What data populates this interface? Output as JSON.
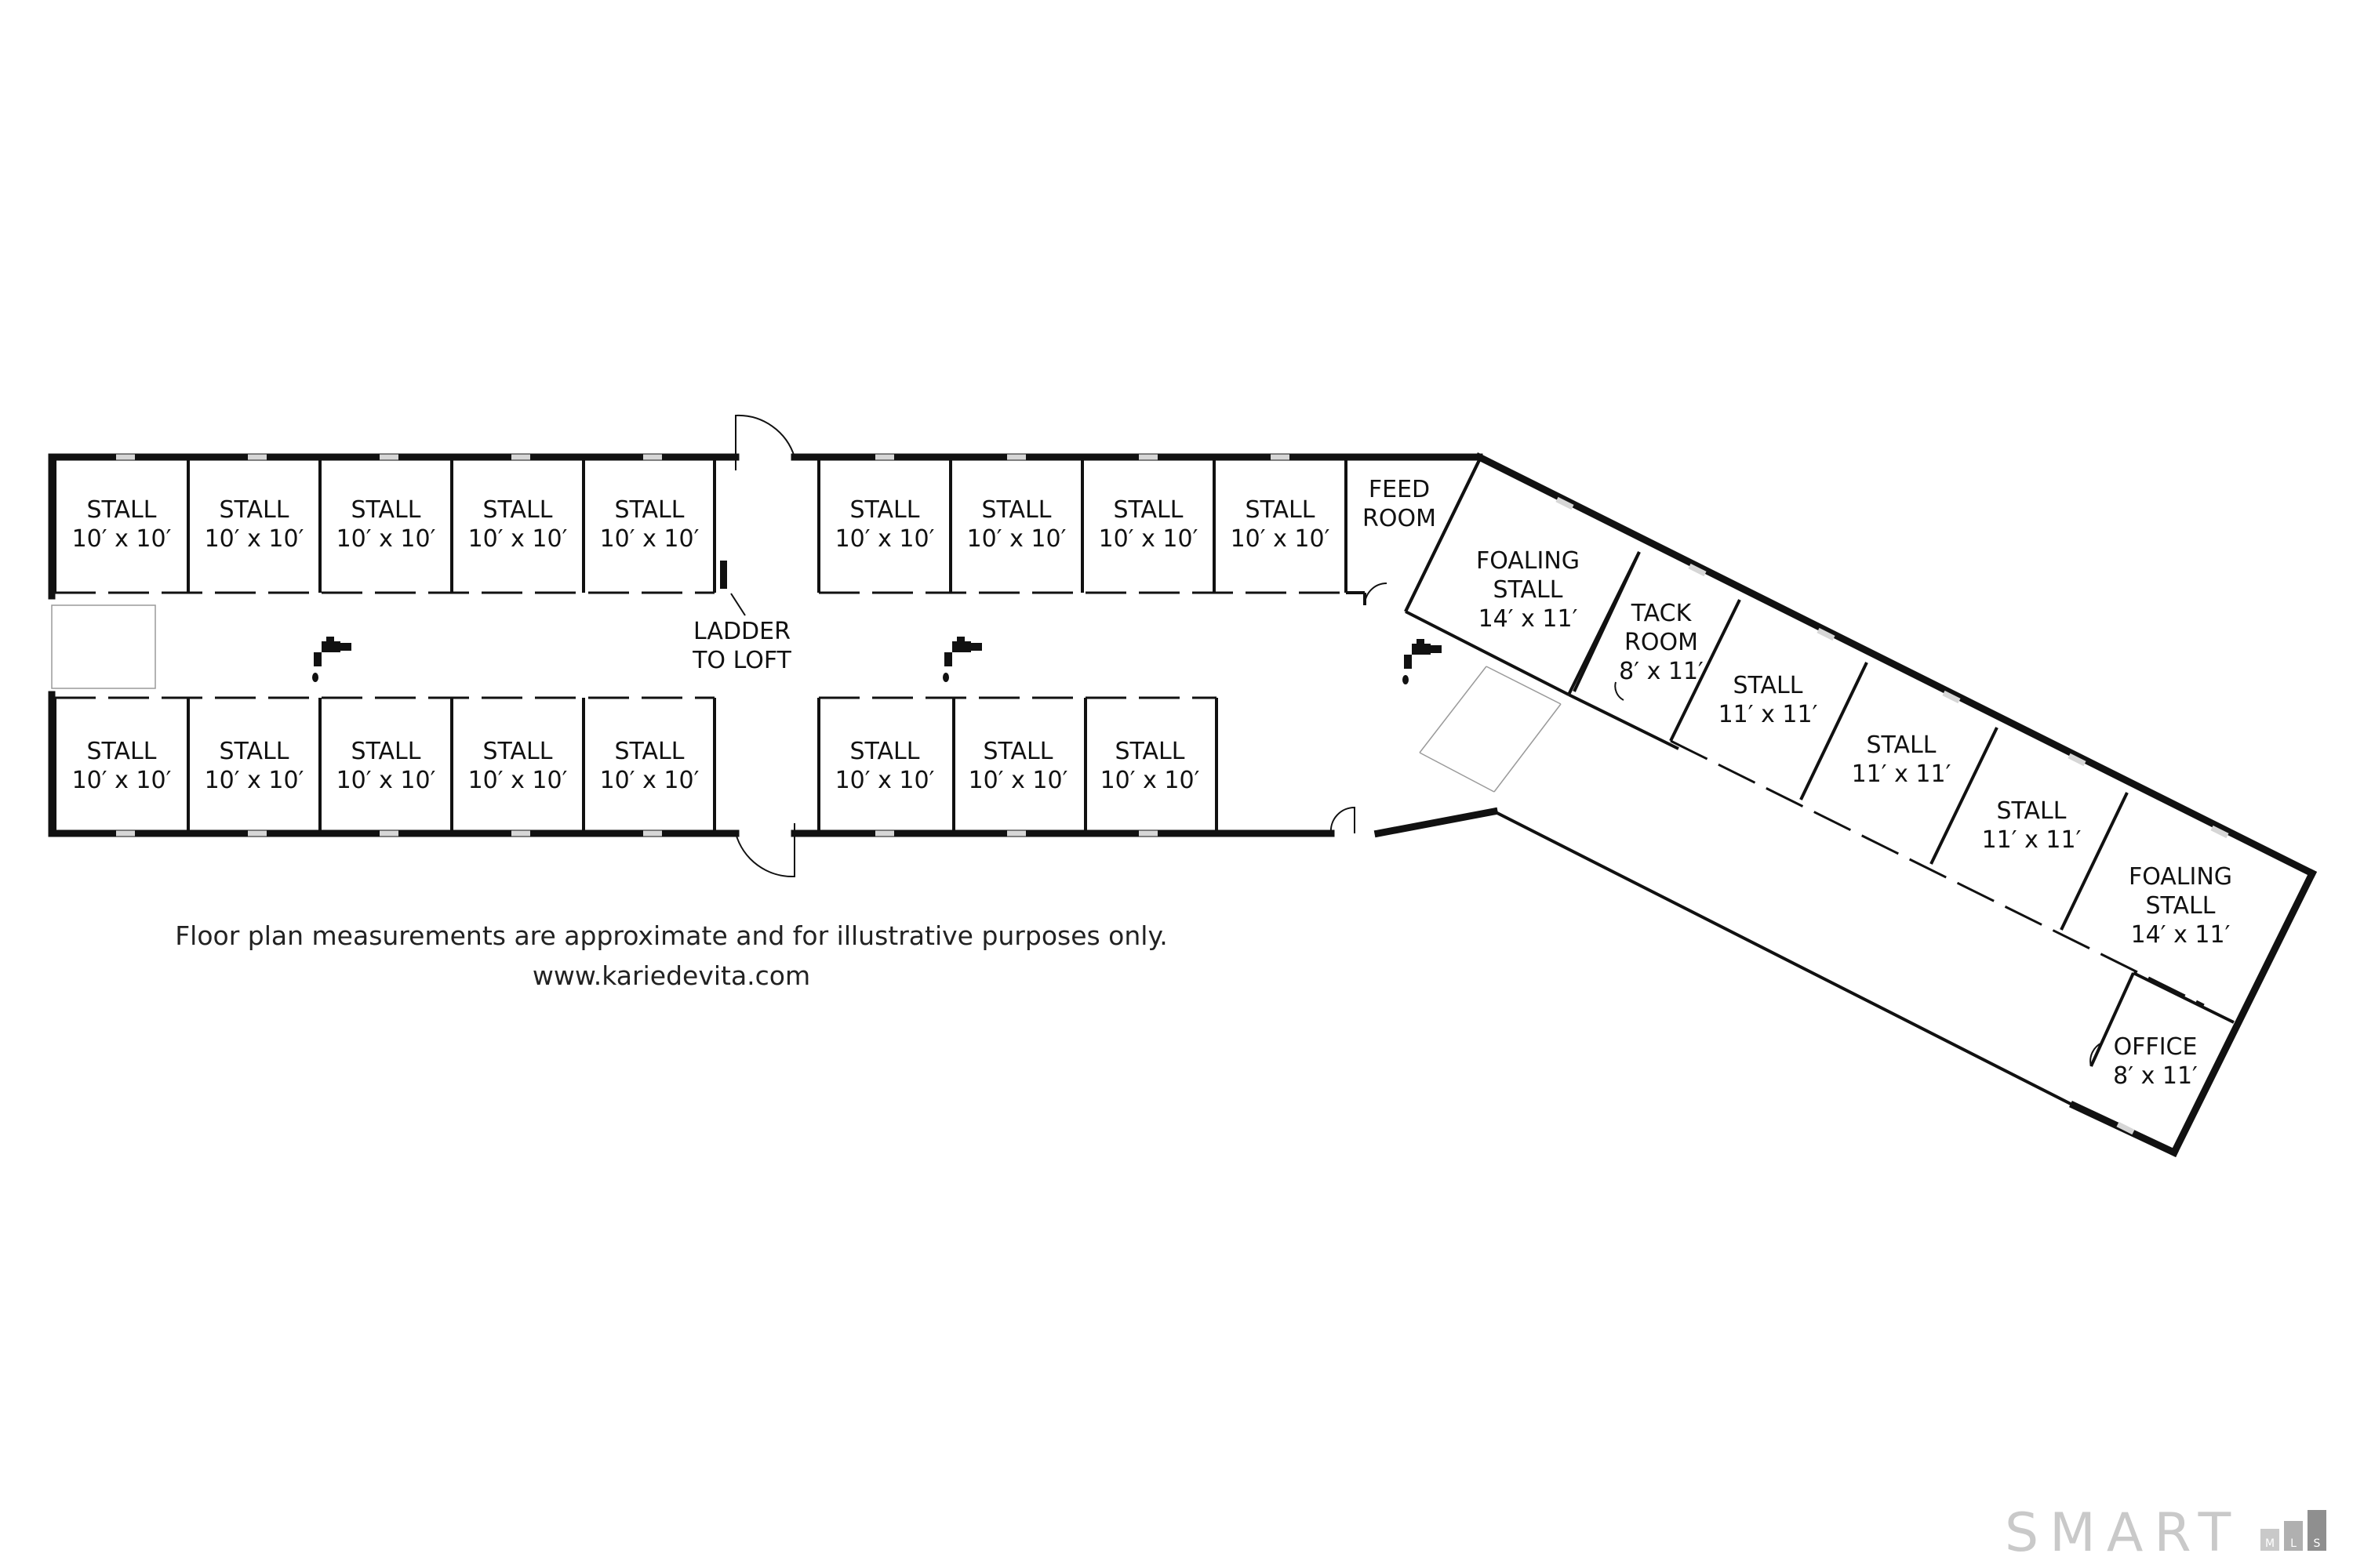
{
  "rooms": {
    "top_left": [
      {
        "name": "STALL",
        "size": "10′ x 10′"
      },
      {
        "name": "STALL",
        "size": "10′ x 10′"
      },
      {
        "name": "STALL",
        "size": "10′ x 10′"
      },
      {
        "name": "STALL",
        "size": "10′ x 10′"
      },
      {
        "name": "STALL",
        "size": "10′ x 10′"
      }
    ],
    "bottom_left": [
      {
        "name": "STALL",
        "size": "10′ x 10′"
      },
      {
        "name": "STALL",
        "size": "10′ x 10′"
      },
      {
        "name": "STALL",
        "size": "10′ x 10′"
      },
      {
        "name": "STALL",
        "size": "10′ x 10′"
      },
      {
        "name": "STALL",
        "size": "10′ x 10′"
      }
    ],
    "top_mid": [
      {
        "name": "STALL",
        "size": "10′ x 10′"
      },
      {
        "name": "STALL",
        "size": "10′ x 10′"
      },
      {
        "name": "STALL",
        "size": "10′ x 10′"
      },
      {
        "name": "STALL",
        "size": "10′ x 10′"
      }
    ],
    "bottom_mid": [
      {
        "name": "STALL",
        "size": "10′ x 10′"
      },
      {
        "name": "STALL",
        "size": "10′ x 10′"
      },
      {
        "name": "STALL",
        "size": "10′ x 10′"
      }
    ],
    "feed_room": {
      "line1": "FEED",
      "line2": "ROOM"
    },
    "ladder": {
      "line1": "LADDER",
      "line2": "TO LOFT"
    },
    "wing": {
      "foaling_1": {
        "line1": "FOALING",
        "line2": "STALL",
        "size": "14′ x 11′"
      },
      "tack_room": {
        "line1": "TACK",
        "line2": "ROOM",
        "size": "8′ x 11′"
      },
      "stall_1": {
        "name": "STALL",
        "size": "11′ x 11′"
      },
      "stall_2": {
        "name": "STALL",
        "size": "11′ x 11′"
      },
      "stall_3": {
        "name": "STALL",
        "size": "11′ x 11′"
      },
      "foaling_2": {
        "line1": "FOALING",
        "line2": "STALL",
        "size": "14′ x 11′"
      },
      "office": {
        "name": "OFFICE",
        "size": "8′ x 11′"
      }
    }
  },
  "disclaimer": "Floor plan measurements are approximate and for illustrative purposes only.",
  "website": "www.kariedevita.com",
  "logo": {
    "word": "SMART",
    "letters": [
      "M",
      "L",
      "S"
    ]
  },
  "icons": [
    "water-faucet-icon",
    "water-faucet-icon",
    "water-faucet-icon"
  ]
}
